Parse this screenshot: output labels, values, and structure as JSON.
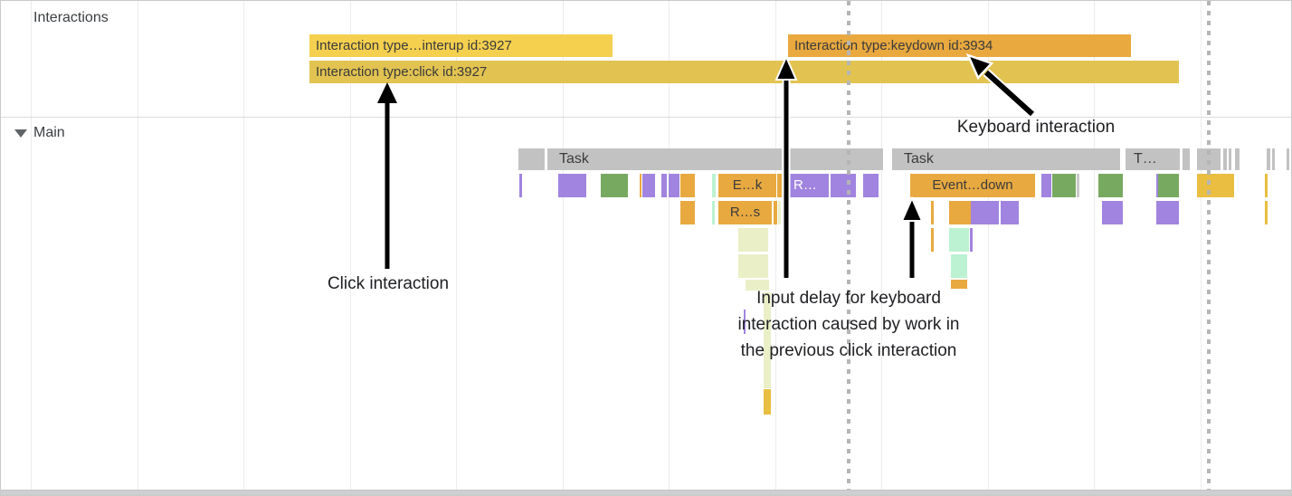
{
  "colors": {
    "task": "#c2c2c2",
    "purple": "#a184df",
    "green": "#77a961",
    "orange": "#e8a940",
    "mint": "#bcf2d2",
    "khaki": "#eaefc7",
    "yellow": "#e9be41",
    "graythin": "#c9c9c9",
    "interaction_bright": "#f5d04f",
    "interaction_dull": "#e2c351",
    "interaction_orange": "#e9a93f"
  },
  "grid": {
    "gridlines_x": [
      33,
      151,
      268,
      386,
      503,
      621,
      738,
      856,
      973,
      1091,
      1208,
      1326
    ],
    "dotted_x": [
      935,
      1333
    ]
  },
  "tracks": {
    "interactions_label": "Interactions",
    "main_label": "Main",
    "main_collapse_icon": "triangle-down"
  },
  "interactions": {
    "bars": [
      {
        "b": [
          341,
          37,
          335,
          25
        ],
        "c": "interaction_bright",
        "t": "Interaction type…interup id:3927",
        "n": "interaction-bar-interup-3927"
      },
      {
        "b": [
          870,
          37,
          379,
          25
        ],
        "c": "interaction_orange",
        "t": "Interaction type:keydown id:3934",
        "n": "interaction-bar-keydown-3934"
      },
      {
        "b": [
          341,
          66,
          961,
          25
        ],
        "c": "interaction_dull",
        "t": "Interaction type:click id:3927",
        "n": "interaction-bar-click-3927"
      }
    ]
  },
  "main": {
    "segments": [
      {
        "b": [
          572,
          163,
          29,
          24
        ],
        "c": "task"
      },
      {
        "b": [
          604,
          163,
          259,
          24
        ],
        "c": "task",
        "t": "Task",
        "ta": "left",
        "pl": 13,
        "fs": 16,
        "n": "task-bar"
      },
      {
        "b": [
          871,
          163,
          104,
          24
        ],
        "c": "task"
      },
      {
        "b": [
          985,
          163,
          252,
          24
        ],
        "c": "task",
        "t": "Task",
        "ta": "left",
        "pl": 13,
        "fs": 16,
        "n": "task-bar"
      },
      {
        "b": [
          1243,
          163,
          60,
          24
        ],
        "c": "task",
        "t": "T…",
        "ta": "left",
        "pl": 9,
        "fs": 16,
        "n": "task-bar"
      },
      {
        "b": [
          1306,
          163,
          8,
          24
        ],
        "c": "task"
      },
      {
        "b": [
          1322,
          163,
          26,
          24
        ],
        "c": "task"
      },
      {
        "b": [
          1351,
          163,
          4,
          24
        ],
        "c": "task"
      },
      {
        "b": [
          1357,
          163,
          3,
          24
        ],
        "c": "task"
      },
      {
        "b": [
          1364,
          163,
          5,
          24
        ],
        "c": "task"
      },
      {
        "b": [
          1399,
          163,
          4,
          24
        ],
        "c": "task"
      },
      {
        "b": [
          1405,
          163,
          3,
          24
        ],
        "c": "task"
      },
      {
        "b": [
          1421,
          163,
          3,
          24
        ],
        "c": "task"
      },
      {
        "b": [
          573,
          191,
          3,
          26
        ],
        "c": "purple"
      },
      {
        "b": [
          616,
          191,
          31,
          26
        ],
        "c": "purple"
      },
      {
        "b": [
          663,
          191,
          30,
          26
        ],
        "c": "green"
      },
      {
        "b": [
          706,
          191,
          2,
          26
        ],
        "c": "orange"
      },
      {
        "b": [
          709,
          191,
          14,
          26
        ],
        "c": "purple"
      },
      {
        "b": [
          730,
          191,
          6,
          26
        ],
        "c": "purple"
      },
      {
        "b": [
          738,
          191,
          12,
          26
        ],
        "c": "purple"
      },
      {
        "b": [
          751,
          191,
          16,
          26
        ],
        "c": "orange"
      },
      {
        "b": [
          786,
          191,
          4,
          26
        ],
        "c": "mint"
      },
      {
        "b": [
          793,
          191,
          64,
          26
        ],
        "c": "orange",
        "t": "E…k",
        "ta": "center",
        "n": "event-click-bar"
      },
      {
        "b": [
          858,
          191,
          5,
          26
        ],
        "c": "orange"
      },
      {
        "b": [
          871,
          191,
          44,
          26
        ],
        "c": "purple",
        "t": "R…",
        "ta": "left",
        "pl": 5,
        "tc": "#ffffff",
        "n": "recalc-style-bar"
      },
      {
        "b": [
          917,
          191,
          28,
          26
        ],
        "c": "purple"
      },
      {
        "b": [
          953,
          191,
          17,
          26
        ],
        "c": "purple"
      },
      {
        "b": [
          1005,
          191,
          138,
          26
        ],
        "c": "orange",
        "t": "Event…down",
        "ta": "center",
        "n": "event-keydown-bar"
      },
      {
        "b": [
          1150,
          191,
          11,
          26
        ],
        "c": "purple"
      },
      {
        "b": [
          1162,
          191,
          26,
          26
        ],
        "c": "green"
      },
      {
        "b": [
          1189,
          191,
          3,
          26
        ],
        "c": "graythin"
      },
      {
        "b": [
          1213,
          191,
          27,
          26
        ],
        "c": "green"
      },
      {
        "b": [
          1277,
          191,
          2,
          26
        ],
        "c": "purple"
      },
      {
        "b": [
          1279,
          191,
          23,
          26
        ],
        "c": "green"
      },
      {
        "b": [
          1322,
          191,
          41,
          26
        ],
        "c": "yellow"
      },
      {
        "b": [
          1397,
          191,
          3,
          26
        ],
        "c": "yellow"
      },
      {
        "b": [
          751,
          221,
          16,
          26
        ],
        "c": "orange"
      },
      {
        "b": [
          786,
          221,
          3,
          26
        ],
        "c": "mint"
      },
      {
        "b": [
          793,
          221,
          59,
          26
        ],
        "c": "orange",
        "t": "R…s",
        "ta": "center",
        "n": "run-script-bar"
      },
      {
        "b": [
          854,
          221,
          4,
          26
        ],
        "c": "orange"
      },
      {
        "b": [
          859,
          221,
          3,
          26
        ],
        "c": "khaki"
      },
      {
        "b": [
          1028,
          221,
          3,
          26
        ],
        "c": "orange"
      },
      {
        "b": [
          1048,
          221,
          24,
          26
        ],
        "c": "orange"
      },
      {
        "b": [
          1072,
          221,
          31,
          26
        ],
        "c": "purple"
      },
      {
        "b": [
          1105,
          221,
          20,
          26
        ],
        "c": "purple"
      },
      {
        "b": [
          1217,
          221,
          23,
          26
        ],
        "c": "purple"
      },
      {
        "b": [
          1277,
          221,
          25,
          26
        ],
        "c": "purple"
      },
      {
        "b": [
          1397,
          221,
          3,
          26
        ],
        "c": "yellow"
      },
      {
        "b": [
          815,
          251,
          33,
          26
        ],
        "c": "khaki"
      },
      {
        "b": [
          1028,
          251,
          3,
          26
        ],
        "c": "orange"
      },
      {
        "b": [
          1048,
          251,
          22,
          26
        ],
        "c": "mint"
      },
      {
        "b": [
          1071,
          251,
          3,
          26
        ],
        "c": "purple"
      },
      {
        "b": [
          815,
          280,
          33,
          26
        ],
        "c": "khaki"
      },
      {
        "b": [
          1050,
          280,
          18,
          26
        ],
        "c": "mint"
      },
      {
        "b": [
          823,
          308,
          26,
          12
        ],
        "c": "khaki"
      },
      {
        "b": [
          1050,
          308,
          18,
          10
        ],
        "c": "orange"
      },
      {
        "b": [
          843,
          322,
          8,
          106
        ],
        "c": "khaki"
      },
      {
        "b": [
          821,
          341,
          2,
          27
        ],
        "c": "purple"
      },
      {
        "b": [
          843,
          429,
          8,
          28
        ],
        "c": "yellow"
      }
    ]
  },
  "annotations": {
    "click": "Click interaction",
    "keyboard": "Keyboard interaction",
    "delay_line1": "Input delay for keyboard",
    "delay_line2": "interaction caused by work in",
    "delay_line3": "the previous click interaction"
  }
}
